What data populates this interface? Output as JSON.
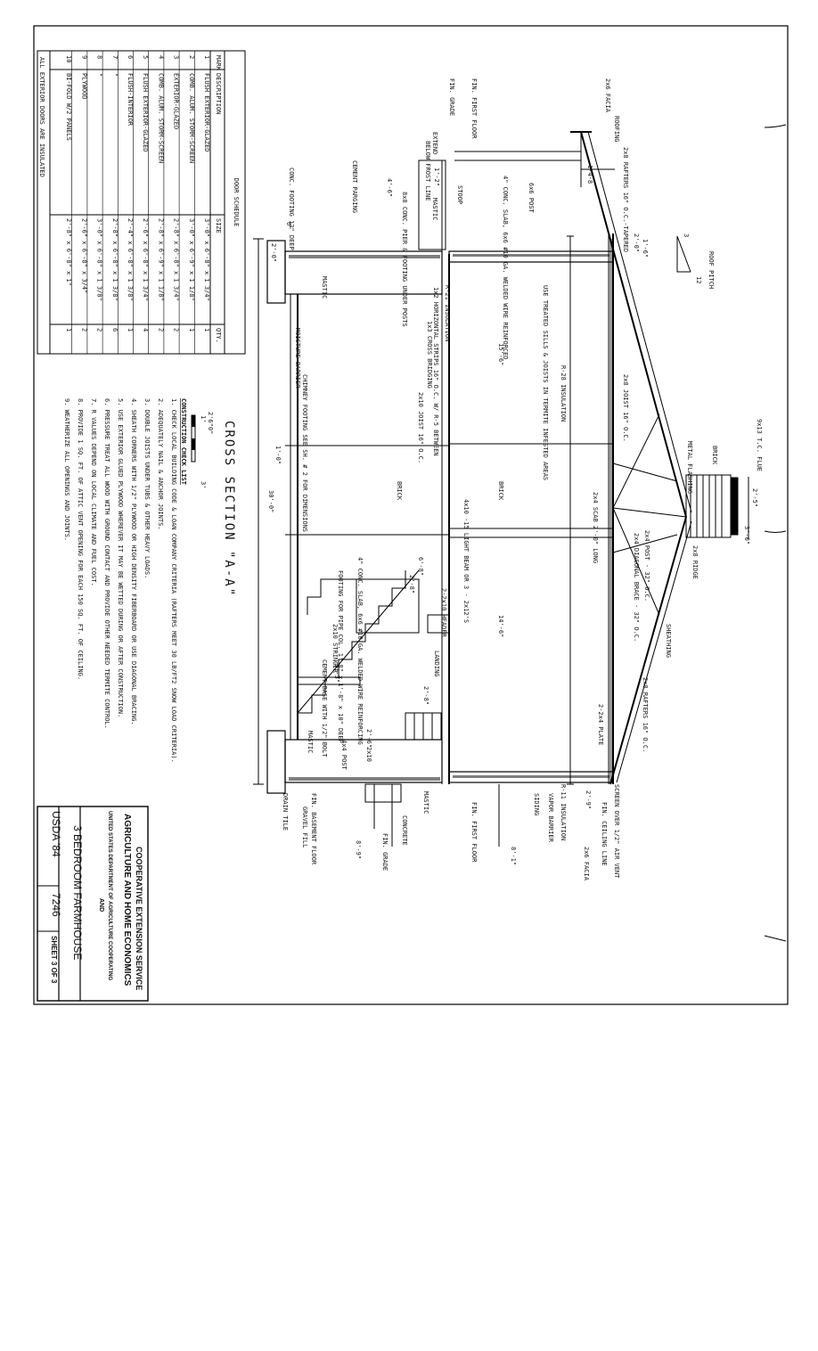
{
  "door_schedule": {
    "title": "DOOR SCHEDULE",
    "headers": [
      "MARK",
      "DESCRIPTION",
      "SIZE",
      "QTY."
    ],
    "rows": [
      [
        "1",
        "FLUSH EXTERIOR-GLAZED",
        "3'-0\" x 6'-8\" x 1 3/4\"",
        "1"
      ],
      [
        "2",
        "COMB. ALUM. STORM-SCREEN",
        "3'-0\" x 6'-9\" x 1 1/8\"",
        "1"
      ],
      [
        "3",
        "EXTERIOR-GLAZED",
        "2'-8\" x 6'-8\" x 1 3/4\"",
        "2"
      ],
      [
        "4",
        "COMB. ALUM. STORM-SCREEN",
        "2'-8\" x 6'-9\" x 1 1/8\"",
        "2"
      ],
      [
        "5",
        "FLUSH EXTERIOR-GLAZED",
        "2'-6\" x 6'-8\" x 1 3/4\"",
        "4"
      ],
      [
        "6",
        "FLUSH-INTERIOR",
        "2'-4\" x 6'-8\" x 1 3/8\"",
        "1"
      ],
      [
        "7",
        "\"",
        "2'-8\" x 6'-8\" x 1 3/8\"",
        "6"
      ],
      [
        "8",
        "\"",
        "3'-0\" x 6'-8\" x 1 3/8\"",
        "2"
      ],
      [
        "9",
        "PLYWOOD",
        "2'-6\" x 6'-8\" x 3/4\"",
        "2"
      ],
      [
        "10",
        "BI-FOLD W/2 PANELS",
        "2'-8\" x 6'-8\" x 1\"",
        "1"
      ]
    ],
    "footnote": "ALL EXTERIOR DOORS ARE INSULATED"
  },
  "checklist": {
    "title": "CONSTRUCTION CHECK LIST",
    "items": [
      "1. CHECK LOCAL BUILDING CODE & LOAN COMPANY CRITERIA (RAFTERS MEET 30 LB/FT2 SNOW LOAD CRITERIA).",
      "2. ADEQUATELY NAIL & ANCHOR JOINTS.",
      "3. DOUBLE JOISTS UNDER TUBS & OTHER HEAVY LOADS.",
      "4. SHEATH CORNERS WITH 1/2\" PLYWOOD OR HIGH DENSITY FIBERBOARD OR USE DIAGONAL BRACING.",
      "5. USE EXTERIOR GLUED PLYWOOD WHEREVER IT MAY BE WETTED DURING OR AFTER CONSTRUCTION.",
      "6. PRESSURE TREAT ALL WOOD WITH GROUND CONTACT AND PROVIDE OTHER NEEDED TERMITE CONTROL.",
      "7. R VALUES DEPEND ON LOCAL CLIMATE AND FUEL COST.",
      "8. PROVIDE 1 SQ. FT. OF ATTIC VENT OPENING FOR EACH 150 SQ. FT. OF CEILING.",
      "9. WEATHERIZE ALL OPENINGS AND JOINTS."
    ]
  },
  "section": {
    "title": "CROSS SECTION \"A-A\"",
    "scale_top": "1'",
    "scale_mid": "2'6\"0\"",
    "scale_right": "3'"
  },
  "roof_pitch": {
    "label": "ROOF PITCH",
    "rise": "3",
    "run": "12"
  },
  "labels": {
    "facia_left": "2x6 FACIA",
    "roofing": "ROOFING",
    "rafters_tapered": "2x8 RAFTERS 16\" O.C.-TAPERED",
    "dim_1_4_8": "1-4-8",
    "dim_2_0": "2'-0\"",
    "dim_1_6": "1'-6\"",
    "fin_first_floor_l": "FIN. FIRST FLOOR",
    "fin_grade_l": "FIN. GRADE",
    "extend": "EXTEND",
    "below_frost": "BELOW FROST LINE",
    "dim_1_2": "1'-2\"",
    "post_6x6": "6x6 POST",
    "conc_slab_l": "4\" CONC. SLAB, 6x6 #10 GA. WELDED WIRE REINFORCED",
    "stoop": "STOOP",
    "mastic_l": "MASTIC",
    "conc_pier": "8x8 CONC. PIER & FOOTING UNDER POSTS",
    "cement_parging": "CEMENT PARGING",
    "dim_4_6": "4'-6\"",
    "conc_footing": "CONC. FOOTING 12\" DEEP",
    "dim_6": "6\"",
    "dim_2_0b": "2'-0\"",
    "mastic_b": "MASTIC",
    "treated_sills": "USE TREATED SILLS & JOISTS IN TERMITE INFESTED AREAS",
    "r21": "R-21 INSULATION",
    "horiz_strips": "1x2 HORIZONTAL STRIPS 16\" O.C. W/ R-5 BETWEEN",
    "cross_bridging": "1x3 CROSS BRIDGING",
    "dim_15_6": "15'-6\"",
    "moisture_barrier": "MOISTURE BARRIER",
    "r28": "R-28 INSULATION",
    "joist_2x8": "2x8 JOIST 16\" O.C.",
    "joist_2x10": "2x10 JOIST 16\" O.C.",
    "chimney_footing": "CHIMNEY FOOTING SEE SH. # 2 FOR DIMENSIONS",
    "dim_1_0": "1'-0\"",
    "dim_30_0": "30'-0\"",
    "brick_a": "BRICK",
    "brick_b": "BRICK",
    "brick_top": "BRICK",
    "flue": "9x13 T.C. FLUE",
    "metal_flashing": "METAL FLASHING",
    "dim_2_5": "2'-5\"",
    "dim_3_0": "3'-0\"",
    "ridge": "2x8 RIDGE",
    "post_2x4": "2x4 POST - 32\" O.C.",
    "diag_brace": "2x4 DIAGONAL BRACE - 32\" O.C.",
    "scab": "2x4 SCAB 2'-0\" LONG",
    "light_beam": "4x10 -15 LIGHT BEAM OR 3 - 2x12'S",
    "dim_6_8": "6'-8\"",
    "dim_2_8": "2'-8\"",
    "header": "2-2x10 HEADER",
    "dim_14_6": "14'-6\"",
    "sheathing": "SHEATHING",
    "conc_slab_b": "4\" CONC. SLAB, 6x6 #10 GA. WELDED WIRE REINFORCING",
    "pipe_col": "FOOTING FOR PIPE COL. 1'-8\" x 1'-8\" x 10\" DEEP",
    "stringer": "2x10 STRINGER",
    "landing": "LANDING",
    "dim_2_8b": "2'-8\"",
    "dim_6_3": "6'-3\"",
    "cement_base": "CEMENT BASE WITH 1/2\" BOLT",
    "rafters_16": "2x8 RAFTERS 16\" O.C.",
    "plate": "2-2x4 PLATE",
    "post_4x4": "4x4 POST",
    "dim_2_6": "2'-6\"",
    "twox10": "2x10",
    "mastic_c": "MASTIC",
    "screen_vent": "SCREEN OVER 1/2\" AIR VENT",
    "fin_ceiling": "FIN. CEILING LINE",
    "facia_right": "2x6 FACIA",
    "dim_2_9": "2'-9\"",
    "r11": "R-11 INSULATION",
    "vapor_barrier": "VAPOR BARRIER",
    "siding": "SIDING",
    "fin_first_floor_r": "FIN. FIRST FLOOR",
    "dim_8_1": "8'-1\"",
    "mastic_d": "MASTIC",
    "concrete": "CONCRETE",
    "fin_grade_r": "FIN. GRADE",
    "dim_8_9": "8'-9\"",
    "fin_basement": "FIN. BASEMENT FLOOR",
    "gravel_fill": "GRAVEL FILL",
    "drain_tile": "DRAIN TILE"
  },
  "title_block": {
    "line1": "COOPERATIVE EXTENSION SERVICE",
    "line2": "AGRICULTURE AND HOME ECONOMICS",
    "line3": "UNITED STATES DEPARTMENT OF AGRICULTURE COOPERATING",
    "and": "AND",
    "project": "3 BEDROOM FARMHOUSE",
    "plan_id": "USDA '84",
    "plan_no": "7246",
    "sheet": "SHEET 3 OF 3"
  }
}
